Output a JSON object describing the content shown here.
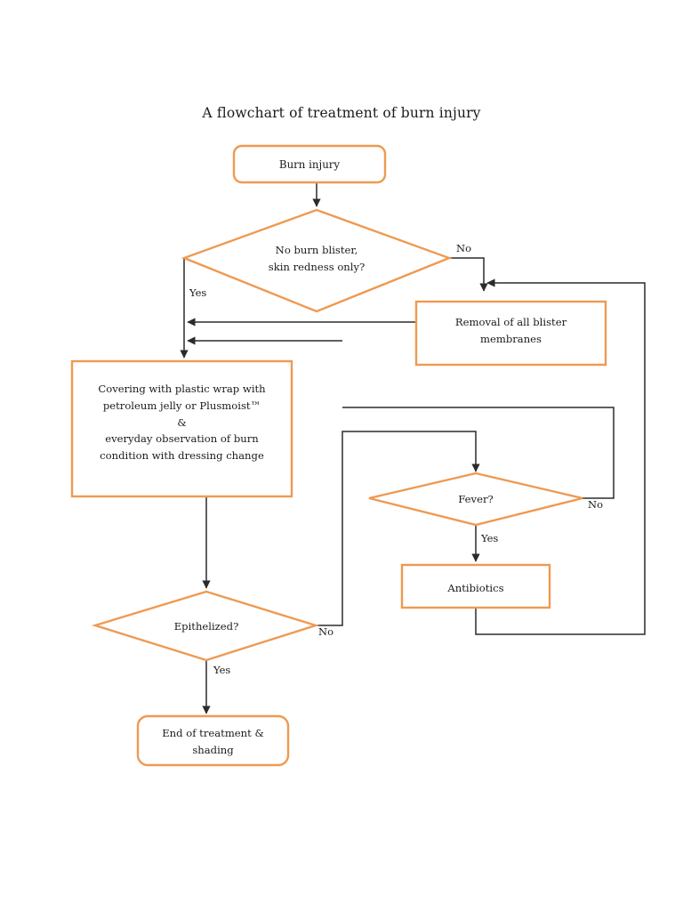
{
  "page": {
    "title": "A flowchart of treatment of burn injury",
    "background": "#ffffff",
    "node_border_color": "#ee9a52",
    "connector_color": "#2b2b2b",
    "text_color": "#1a1a1a"
  },
  "nodes": {
    "start": {
      "id": "burn-injury",
      "shape": "rounded-rectangle",
      "label": "Burn injury"
    },
    "decision_blister": {
      "id": "no-burn-blister-decision",
      "shape": "diamond",
      "label": "No burn blister,\nskin redness only?"
    },
    "removal": {
      "id": "removal-of-blister-membranes",
      "shape": "rectangle",
      "label": "Removal of all blister\nmembranes"
    },
    "covering": {
      "id": "covering-with-plastic-wrap",
      "shape": "rectangle",
      "label": "Covering with plastic wrap with\npetroleum jelly or Plusmoist™\n&\neveryday observation of burn\ncondition with dressing change"
    },
    "decision_fever": {
      "id": "fever-decision",
      "shape": "diamond",
      "label": "Fever?"
    },
    "antibiotics": {
      "id": "antibiotics",
      "shape": "rectangle",
      "label": "Antibiotics"
    },
    "decision_epithelized": {
      "id": "epithelized-decision",
      "shape": "diamond",
      "label": "Epithelized?"
    },
    "end": {
      "id": "end-of-treatment",
      "shape": "rounded-rectangle",
      "label": "End of treatment &\nshading"
    }
  },
  "edge_labels": {
    "blister_yes": "Yes",
    "blister_no": "No",
    "epithelized_no": "No",
    "epithelized_yes": "Yes",
    "fever_no": "No",
    "fever_yes": "Yes"
  },
  "flow_edges": [
    {
      "from": "burn-injury",
      "to": "no-burn-blister-decision",
      "label": ""
    },
    {
      "from": "no-burn-blister-decision",
      "to": "covering-with-plastic-wrap",
      "label": "Yes"
    },
    {
      "from": "no-burn-blister-decision",
      "to": "removal-of-blister-membranes",
      "label": "No"
    },
    {
      "from": "removal-of-blister-membranes",
      "to": "covering-with-plastic-wrap",
      "label": ""
    },
    {
      "from": "covering-with-plastic-wrap",
      "to": "epithelized-decision",
      "label": ""
    },
    {
      "from": "epithelized-decision",
      "to": "end-of-treatment",
      "label": "Yes"
    },
    {
      "from": "epithelized-decision",
      "to": "fever-decision",
      "label": "No"
    },
    {
      "from": "fever-decision",
      "to": "antibiotics",
      "label": "Yes"
    },
    {
      "from": "fever-decision",
      "to": "removal-of-blister-membranes",
      "label": "No"
    },
    {
      "from": "antibiotics",
      "to": "removal-of-blister-membranes",
      "label": ""
    }
  ]
}
